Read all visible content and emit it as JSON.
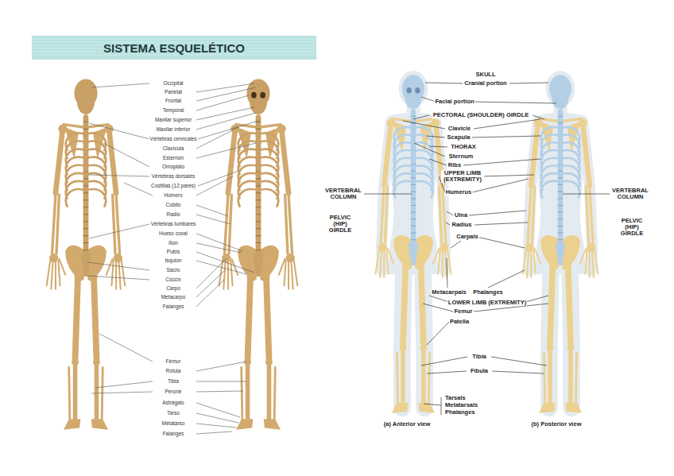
{
  "diagram": {
    "title": "SISTEMA ESQUELÉTICO",
    "labels": [
      "Occipital",
      "Parietal",
      "Frontal",
      "Temporal",
      "Maxilar superior",
      "Maxilar inferior",
      "Vértebras cervicales",
      "Clavícula",
      "Esternón",
      "Omóplato",
      "Vértebras dorsales",
      "Costillas (12 pares)",
      "Húmero",
      "Cúbito",
      "Radio",
      "Vértebras lumbares",
      "Hueso coxal",
      "Ilion",
      "Pubis",
      "Isquion",
      "Sacro",
      "Cóccix",
      "Carpo",
      "Metacarpo",
      "Falanges",
      "Fémur",
      "Rótula",
      "Tibia",
      "Peroné",
      "Astrágalo",
      "Tarso",
      "Metatarso",
      "Falanges",
      "SKULL",
      "Cranial portion",
      "Facial portion",
      "PECTORAL (SHOULDER) GIRDLE",
      "Clavicle",
      "Scapula",
      "THORAX",
      "Sternum",
      "Ribs",
      "UPPER LIMB (EXTREMITY)",
      "VERTEBRAL COLUMN",
      "Humerus",
      "VERTEBRAL COLUMN",
      "PELVIC (HIP) GIRDLE",
      "PELVIC (HIP) GIRDLE",
      "Ulna",
      "Radius",
      "Carpals",
      "Metacarpals",
      "Phalanges",
      "LOWER LIMB (EXTREMITY)",
      "Femur",
      "Patella",
      "Tibia",
      "Fibula",
      "Tarsals",
      "Metatarsals",
      "Phalanges",
      "(a) Anterior view",
      "(b) Posterior view"
    ]
  }
}
